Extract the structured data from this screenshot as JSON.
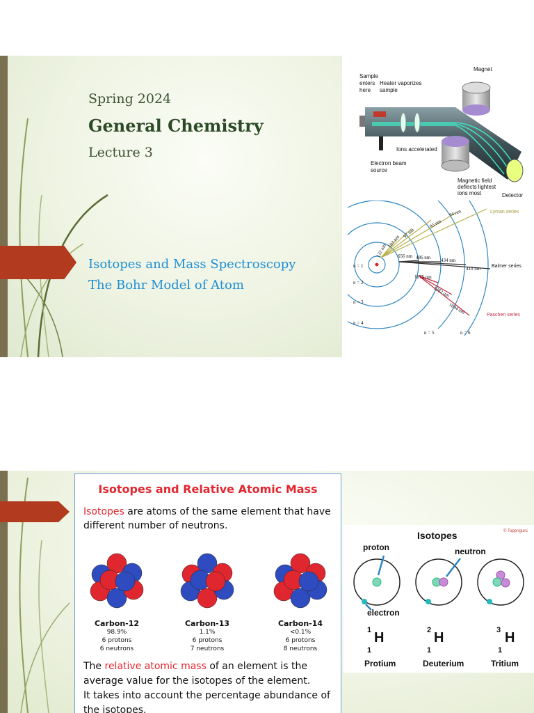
{
  "slide1": {
    "term": "Spring 2024",
    "title": "General Chemistry",
    "lecture": "Lecture 3",
    "topics": [
      "Isotopes and Mass Spectroscopy",
      "The Bohr Model of Atom"
    ],
    "mass_spec_labels": {
      "magnet": "Magnet",
      "sample_enters_l1": "Sample",
      "sample_enters_l2": "enters",
      "sample_enters_l3": "here",
      "heater_l1": "Heater vaporizes",
      "heater_l2": "sample",
      "ions_accelerated": "Ions accelerated",
      "beam_l1": "Electron beam",
      "beam_l2": "source",
      "field_l1": "Magnetic field",
      "field_l2": "deflects lightest",
      "field_l3": "ions most",
      "detector": "Detector"
    },
    "bohr_labels": {
      "n1": "n = 1",
      "n2": "n = 2",
      "n3": "n = 3",
      "n4": "n = 4",
      "n5": "n = 5",
      "n6": "n = 6",
      "lyman": "Lyman series",
      "balmer": "Balmer series",
      "paschen": "Paschen series",
      "l122": "122 nm",
      "l103": "103 nm",
      "l97": "97 nm",
      "l95": "95 nm",
      "l94": "94 nm",
      "l656": "656 nm",
      "l486": "486 nm",
      "l434": "434 nm",
      "l410": "410 nm",
      "l1875": "1875 nm",
      "l1282": "1282 nm",
      "l1094": "1094 nm"
    }
  },
  "slide2": {
    "panel_title": "Isotopes and Relative Atomic Mass",
    "def_term": "Isotopes",
    "def_rest": " are atoms of the same element that have different number of neutrons.",
    "isotopes": [
      {
        "name": "Carbon-12",
        "abundance": "98.9%",
        "protons": "6 protons",
        "neutrons": "6 neutrons"
      },
      {
        "name": "Carbon-13",
        "abundance": "1.1%",
        "protons": "6 protons",
        "neutrons": "7 neutrons"
      },
      {
        "name": "Carbon-14",
        "abundance": "<0.1%",
        "protons": "6 protons",
        "neutrons": "8 neutrons"
      }
    ],
    "avg_pre": "The ",
    "avg_term": "relative atomic mass",
    "avg_rest": " of an element is the average value for the isotopes of the element.",
    "avg_line2": "It takes into account the percentage abundance of the isotopes.",
    "hydrogen": {
      "title": "Isotopes",
      "credit": "© Toppr/guru",
      "proton": "proton",
      "neutron": "neutron",
      "electron": "electron",
      "symbol": "H",
      "mass1": "1",
      "mass2": "2",
      "mass3": "3",
      "z": "1",
      "names": [
        "Protium",
        "Deuterium",
        "Tritium"
      ]
    }
  }
}
